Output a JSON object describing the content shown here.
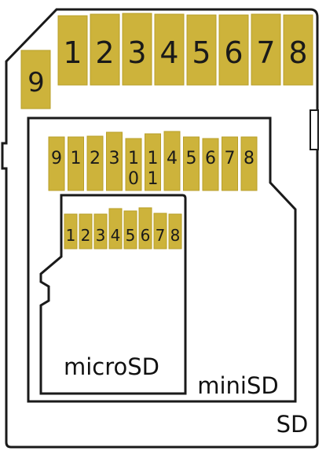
{
  "colors": {
    "pin_fill": "#cdb33b",
    "pin_stroke": "#b89f2a",
    "outline": "#1a1a1a",
    "background": "#ffffff"
  },
  "sd": {
    "label": "SD",
    "pins": [
      "1",
      "2",
      "3",
      "4",
      "5",
      "6",
      "7",
      "8"
    ],
    "pin9": "9"
  },
  "minisd": {
    "label": "miniSD",
    "pins": [
      "9",
      "1",
      "2",
      "3",
      "1\n0",
      "1\n1",
      "4",
      "5",
      "6",
      "7",
      "8"
    ]
  },
  "microsd": {
    "label": "microSD",
    "pins": [
      "1",
      "2",
      "3",
      "4",
      "5",
      "6",
      "7",
      "8"
    ]
  }
}
